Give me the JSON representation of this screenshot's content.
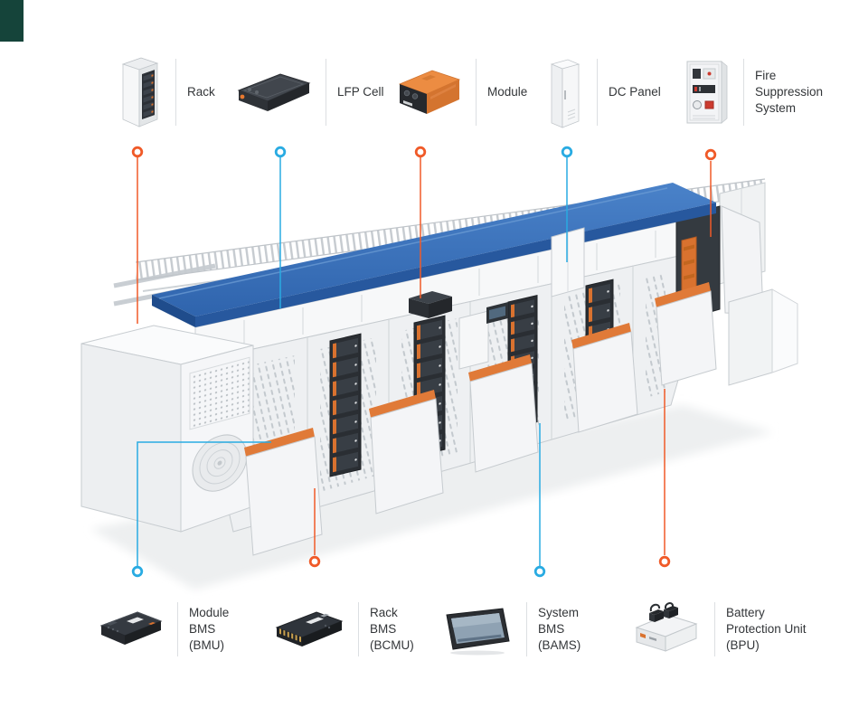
{
  "colors": {
    "accent_orange": "#f05a28",
    "accent_blue": "#29abe2",
    "roof_blue": "#3d77c2",
    "corner_green": "#15443a"
  },
  "legend_top": {
    "items": [
      {
        "id": "rack",
        "icon": "rack-icon",
        "label": "Rack"
      },
      {
        "id": "lfp-cell",
        "icon": "lfp-cell-icon",
        "label": "LFP Cell"
      },
      {
        "id": "module",
        "icon": "module-icon",
        "label": "Module"
      },
      {
        "id": "dc-panel",
        "icon": "dc-panel-icon",
        "label": "DC Panel"
      },
      {
        "id": "fire-suppression",
        "icon": "fire-suppression-icon",
        "lines": [
          "Fire",
          "Suppression",
          "System"
        ]
      }
    ]
  },
  "legend_bottom": {
    "items": [
      {
        "id": "module-bms",
        "icon": "module-bms-icon",
        "lines": [
          "Module",
          "BMS",
          "(BMU)"
        ]
      },
      {
        "id": "rack-bms",
        "icon": "rack-bms-icon",
        "lines": [
          "Rack",
          "BMS",
          "(BCMU)"
        ]
      },
      {
        "id": "system-bms",
        "icon": "system-bms-icon",
        "lines": [
          "System",
          "BMS",
          "(BAMS)"
        ]
      },
      {
        "id": "battery-protection-unit",
        "icon": "bpu-icon",
        "lines": [
          "Battery",
          "Protection Unit",
          "(BPU)"
        ]
      }
    ]
  }
}
